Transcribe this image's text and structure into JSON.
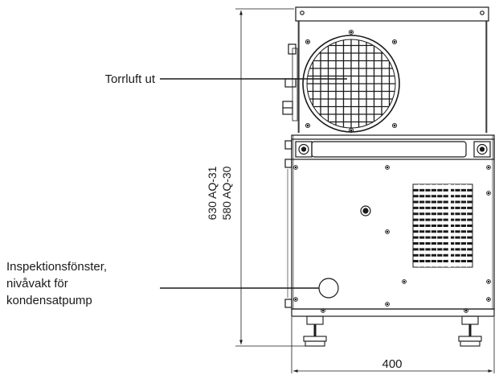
{
  "callouts": {
    "dry_air_out": "Torrluft ut",
    "inspection_window": [
      "Inspektionsfönster,",
      "nivåvakt för",
      "kondensatpump"
    ]
  },
  "dimensions": {
    "height_aq31": "630 AQ-31",
    "height_aq30": "580 AQ-30",
    "width": "400"
  },
  "colors": {
    "line": "#1a1a1a",
    "background": "#ffffff"
  }
}
